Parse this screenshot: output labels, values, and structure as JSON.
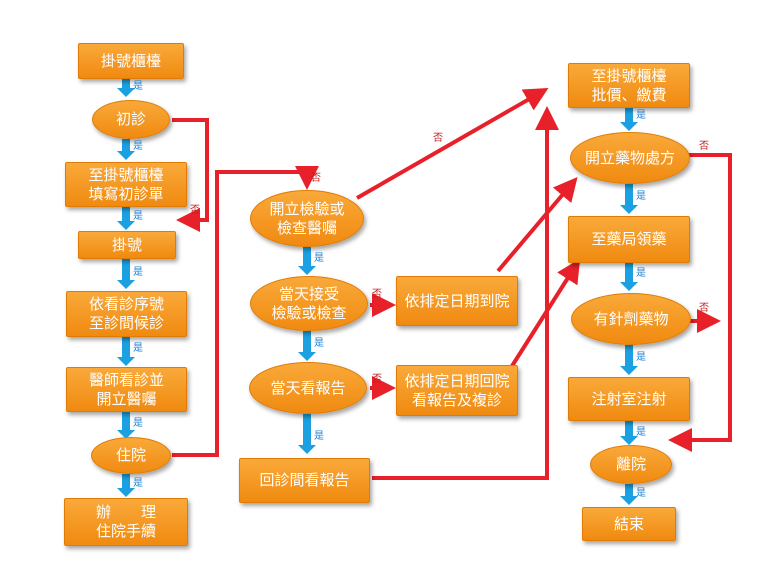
{
  "nodes": {
    "n1": "掛號櫃檯",
    "n2": "初診",
    "n3": "至掛號櫃檯\n填寫初診單",
    "n4": "掛號",
    "n5": "依看診序號\n至診間候診",
    "n6": "醫師看診並\n開立醫囑",
    "n7": "住院",
    "n8": "辦　　理\n住院手續",
    "m1": "開立檢驗或\n檢查醫囑",
    "m2": "當天接受\n檢驗或檢查",
    "m3": "當天看報告",
    "m4": "回診間看報告",
    "s1": "依排定日期到院",
    "s2": "依排定日期回院\n看報告及複診",
    "r1": "至掛號櫃檯\n批價、繳費",
    "r2": "開立藥物處方",
    "r3": "至藥局領藥",
    "r4": "有針劑藥物",
    "r5": "注射室注射",
    "r6": "離院",
    "r7": "結束"
  },
  "labels": {
    "yes": "是",
    "no": "否"
  },
  "colors": {
    "node_fill": "#f39a20",
    "node_text": "#ffffff",
    "yes_arrow": "#1ba1e2",
    "no_line": "#e8202a"
  }
}
